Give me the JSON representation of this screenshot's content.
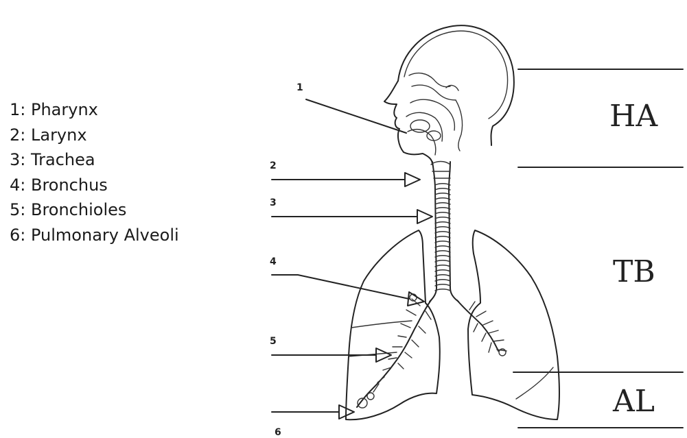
{
  "legend": [
    "1: Pharynx",
    "2: Larynx",
    "3: Trachea",
    "4: Bronchus",
    "5: Bronchioles",
    "6: Pulmonary Alveoli"
  ],
  "pointer_numbers": [
    "1",
    "2",
    "3",
    "4",
    "5",
    "6"
  ],
  "regions": {
    "head": "HA",
    "tracheobronchial": "TB",
    "alveolar": "AL"
  },
  "colors": {
    "ink": "#222222",
    "background": "#ffffff"
  }
}
